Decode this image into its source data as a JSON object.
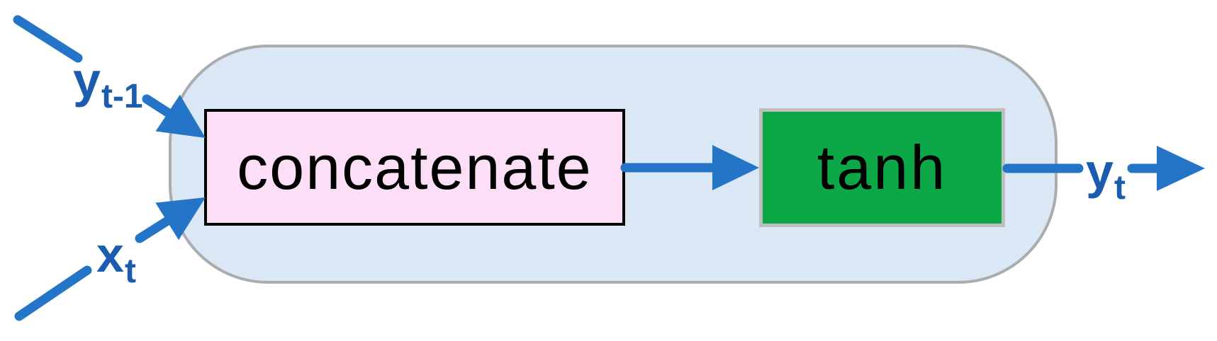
{
  "cell": {
    "concatenate_label": "concatenate",
    "tanh_label": "tanh"
  },
  "inputs": {
    "prev_output": {
      "main": "y",
      "sub": "t-1"
    },
    "current_input": {
      "main": "x",
      "sub": "t"
    }
  },
  "output": {
    "main": "y",
    "sub": "t"
  },
  "colors": {
    "arrow_blue": "#2474C7",
    "label_blue": "#1C5CAE",
    "cell_fill": "#DAE8F5",
    "cell_border": "#ACACAC",
    "concatenate_fill": "#FCDFF6",
    "concatenate_border": "#000000",
    "tanh_fill": "#0CA848",
    "tanh_border": "#BFBFBF",
    "box_text": "#000000",
    "background": "#FFFFFF"
  }
}
